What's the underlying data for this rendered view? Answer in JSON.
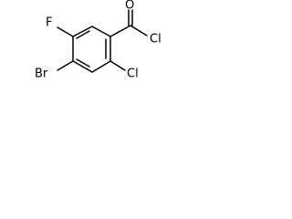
{
  "molecule": {
    "atoms": {
      "oxygen": "O",
      "chlorine_acyl": "Cl",
      "fluorine": "F",
      "bromine": "Br",
      "chlorine_ring": "Cl"
    },
    "colors": {
      "bond": "#000000",
      "label": "#000000",
      "background": "#ffffff"
    }
  }
}
